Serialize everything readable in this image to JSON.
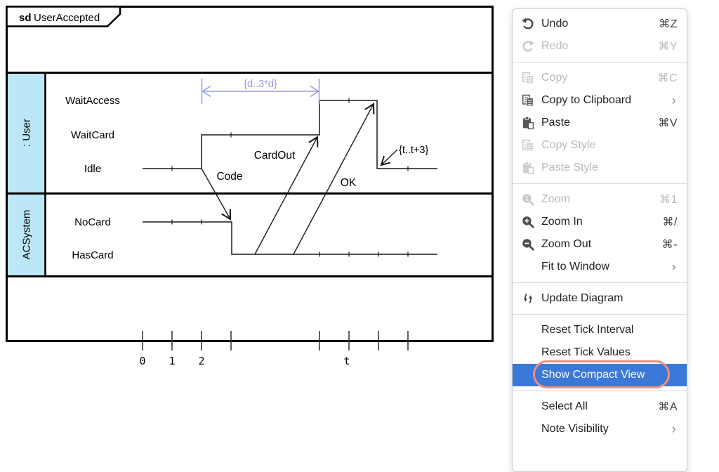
{
  "diagram": {
    "frame": {
      "keyword": "sd",
      "name": "UserAccepted"
    },
    "lifelines": [
      {
        "name": ": User",
        "states": [
          "WaitAccess",
          "WaitCard",
          "Idle"
        ]
      },
      {
        "name": "ACSystem",
        "states": [
          "NoCard",
          "HasCard"
        ]
      }
    ],
    "messages": [
      "Code",
      "CardOut",
      "OK"
    ],
    "constraints": {
      "duration": "{d..3*d}",
      "time": "{t..t+3}"
    },
    "tick_labels": [
      "0",
      "1",
      "2",
      "t"
    ],
    "colors": {
      "lifeline_header_bg": "#bce7f6",
      "duration_constraint": "#9898ee",
      "line": "#1a1a1a"
    }
  },
  "context_menu": {
    "submenu_glyph": "›",
    "colors": {
      "highlight_bg": "#3b78d7",
      "annotation_ring": "#ef8f7e"
    },
    "groups": [
      {
        "items": [
          {
            "label": "Undo",
            "shortcut": "⌘Z",
            "enabled": true,
            "icon": "undo-icon"
          },
          {
            "label": "Redo",
            "shortcut": "⌘Y",
            "enabled": false,
            "icon": "redo-icon"
          }
        ]
      },
      {
        "items": [
          {
            "label": "Copy",
            "shortcut": "⌘C",
            "enabled": false,
            "icon": "copy-icon"
          },
          {
            "label": "Copy to Clipboard",
            "submenu": true,
            "enabled": true,
            "icon": "copy-icon"
          },
          {
            "label": "Paste",
            "shortcut": "⌘V",
            "enabled": true,
            "icon": "paste-icon"
          },
          {
            "label": "Copy Style",
            "enabled": false,
            "icon": "copy-icon"
          },
          {
            "label": "Paste Style",
            "enabled": false,
            "icon": "paste-icon"
          }
        ]
      },
      {
        "items": [
          {
            "label": "Zoom",
            "shortcut": "⌘1",
            "enabled": false,
            "icon": "zoom-icon"
          },
          {
            "label": "Zoom In",
            "shortcut": "⌘/",
            "enabled": true,
            "icon": "zoom-in-icon"
          },
          {
            "label": "Zoom Out",
            "shortcut": "⌘-",
            "enabled": true,
            "icon": "zoom-out-icon"
          },
          {
            "label": "Fit to Window",
            "submenu": true,
            "enabled": true
          }
        ]
      },
      {
        "items": [
          {
            "label": "Update Diagram",
            "enabled": true,
            "icon": "update-diagram-icon"
          }
        ]
      },
      {
        "items": [
          {
            "label": "Reset Tick Interval",
            "enabled": true
          },
          {
            "label": "Reset Tick Values",
            "enabled": true
          },
          {
            "label": "Show Compact View",
            "enabled": true,
            "highlighted": true
          }
        ]
      },
      {
        "items": [
          {
            "label": "Select All",
            "shortcut": "⌘A",
            "enabled": true
          },
          {
            "label": "Note Visibility",
            "submenu": true,
            "enabled": true
          }
        ]
      }
    ]
  }
}
